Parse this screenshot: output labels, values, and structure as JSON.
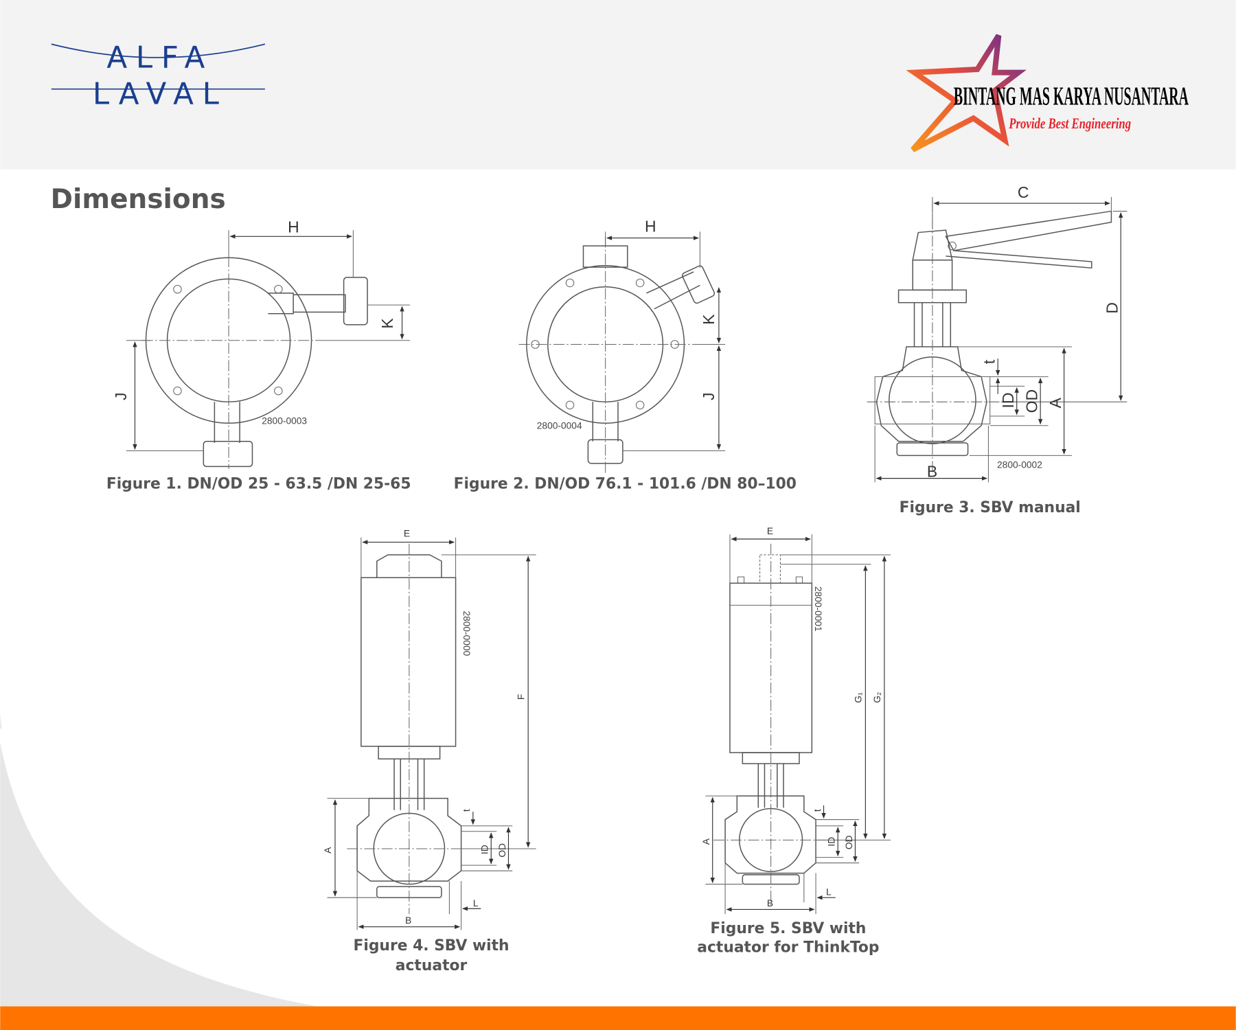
{
  "header": {
    "left_logo_text": "ALFA LAVAL",
    "right_logo": {
      "name": "BINTANG MAS KARYA NUSANTARA",
      "tagline": "Provide Best Engineering"
    }
  },
  "page_title": "Dimensions",
  "figures": [
    {
      "caption": "Figure 1. DN/OD 25 - 63.5 /DN 25-65",
      "code": "2800-0003",
      "labels": {
        "h": "H",
        "k": "K",
        "j": "J"
      }
    },
    {
      "caption": "Figure 2. DN/OD 76.1 - 101.6 /DN 80–100",
      "code": "2800-0004",
      "labels": {
        "h": "H",
        "k": "K",
        "j": "J"
      }
    },
    {
      "caption": "Figure 3. SBV manual",
      "code": "2800-0002",
      "labels": {
        "c": "C",
        "d": "D",
        "t": "t",
        "id": "ID",
        "od": "OD",
        "a": "A",
        "b": "B"
      }
    },
    {
      "caption_line1": "Figure 4. SBV with",
      "caption_line2": "actuator",
      "code": "2800-0000",
      "labels": {
        "e": "E",
        "f": "F",
        "t": "t",
        "id": "ID",
        "od": "OD",
        "a": "A",
        "b": "B",
        "l": "L"
      }
    },
    {
      "caption_line1": "Figure 5. SBV with",
      "caption_line2": "actuator for ThinkTop",
      "code": "2800-0001",
      "labels": {
        "e": "E",
        "g1": "G₁",
        "g2": "G₂",
        "t": "t",
        "id": "ID",
        "od": "OD",
        "a": "A",
        "b": "B",
        "l": "L"
      }
    }
  ],
  "colors": {
    "header_bg": "#f3f3f3",
    "footer_bar": "#ff7300",
    "alfa_blue": "#1b3f8f",
    "title_gray": "#555555"
  }
}
